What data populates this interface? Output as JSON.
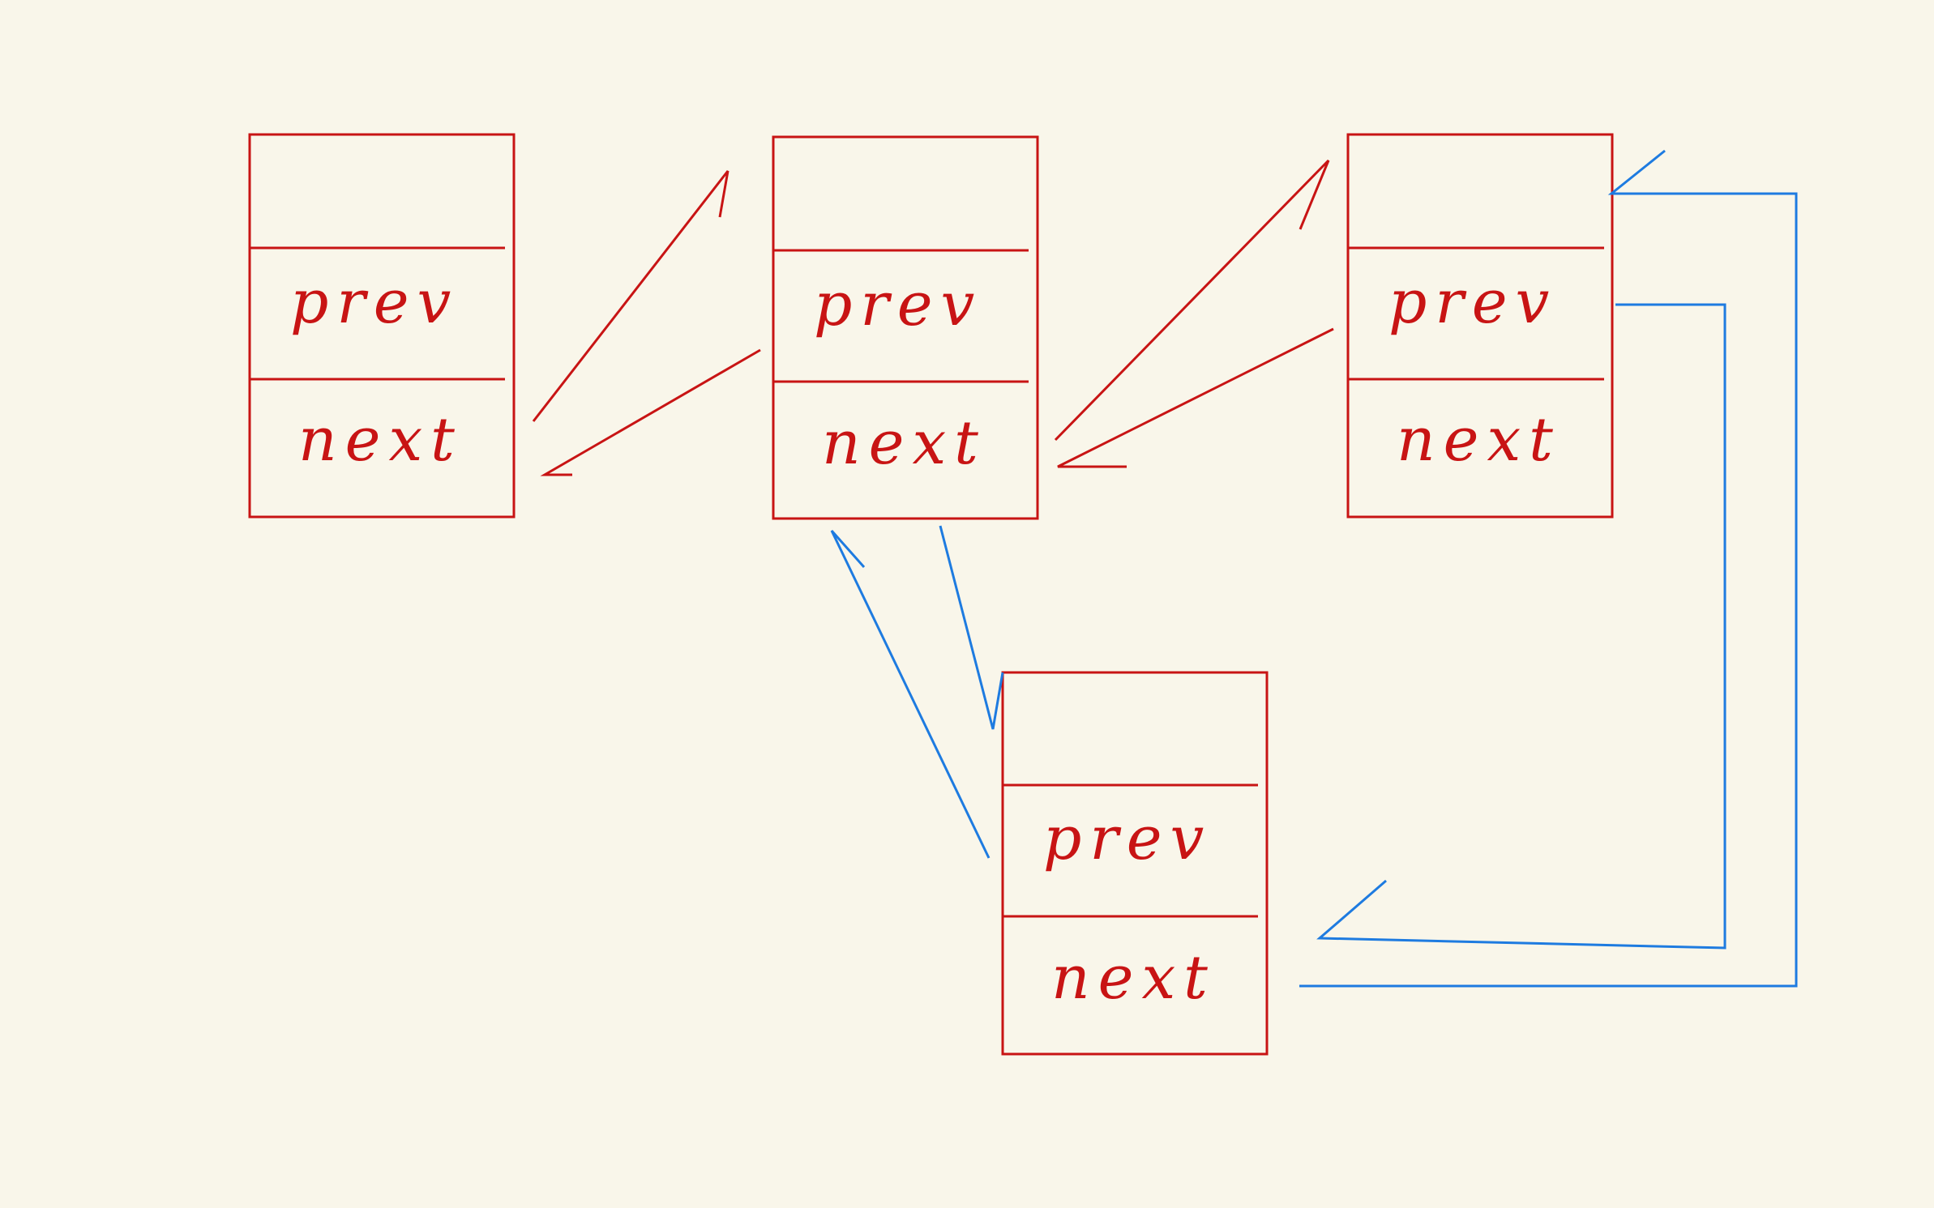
{
  "nodes": [
    {
      "id": "node-1",
      "prev_label": "prev",
      "next_label": "next"
    },
    {
      "id": "node-2",
      "prev_label": "prev",
      "next_label": "next"
    },
    {
      "id": "node-3",
      "prev_label": "prev",
      "next_label": "next"
    },
    {
      "id": "node-4",
      "prev_label": "prev",
      "next_label": "next"
    }
  ],
  "colors": {
    "background": "#f9f6ea",
    "node_outline": "#c81414",
    "original_links": "#c81414",
    "inserted_links": "#1e7be0"
  }
}
